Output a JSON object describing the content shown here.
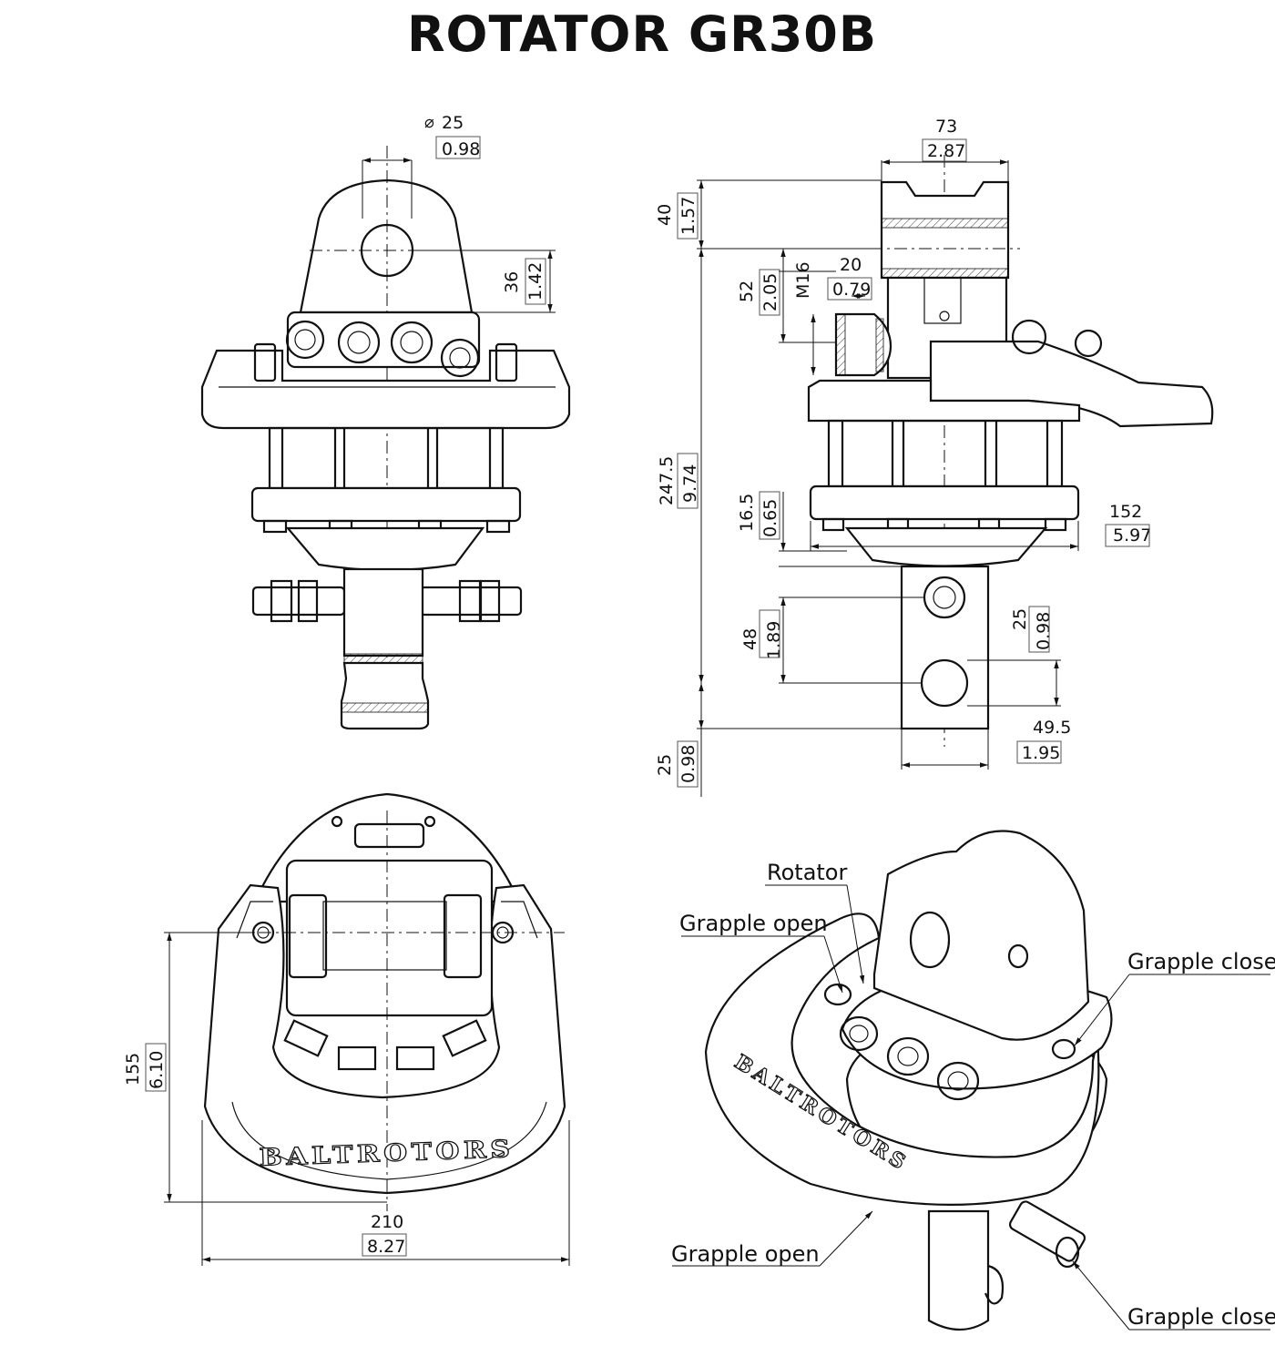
{
  "title": "ROTATOR  GR30B",
  "brand": "BALTROTORS",
  "dimensions": {
    "front_pin_dia": {
      "mm": "25",
      "in": "0.98"
    },
    "front_pin_height": {
      "mm": "36",
      "in": "1.42"
    },
    "top_width": {
      "mm": "73",
      "in": "2.87"
    },
    "top_height": {
      "mm": "40",
      "in": "1.57"
    },
    "port_offset": {
      "mm": "52",
      "in": "2.05"
    },
    "thread": "M16",
    "port_width": {
      "mm": "20",
      "in": "0.79"
    },
    "total_height": {
      "mm": "247.5",
      "in": "9.74"
    },
    "flange_dia": {
      "mm": "152",
      "in": "5.97"
    },
    "flange_height": {
      "mm": "16.5",
      "in": "0.65"
    },
    "hole_spacing": {
      "mm": "48",
      "in": "1.89"
    },
    "bottom_pin_dia": {
      "mm": "25",
      "in": "0.98"
    },
    "shaft_dia": {
      "mm": "49.5",
      "in": "1.95"
    },
    "bottom_height": {
      "mm": "25",
      "in": "0.98"
    },
    "top_view_depth": {
      "mm": "155",
      "in": "6.10"
    },
    "top_view_width": {
      "mm": "210",
      "in": "8.27"
    }
  },
  "labels": {
    "rotator": "Rotator",
    "grapple_open_top": "Grapple open",
    "grapple_close_top": "Grapple close",
    "grapple_open_bottom": "Grapple open",
    "grapple_close_bottom": "Grapple close"
  }
}
